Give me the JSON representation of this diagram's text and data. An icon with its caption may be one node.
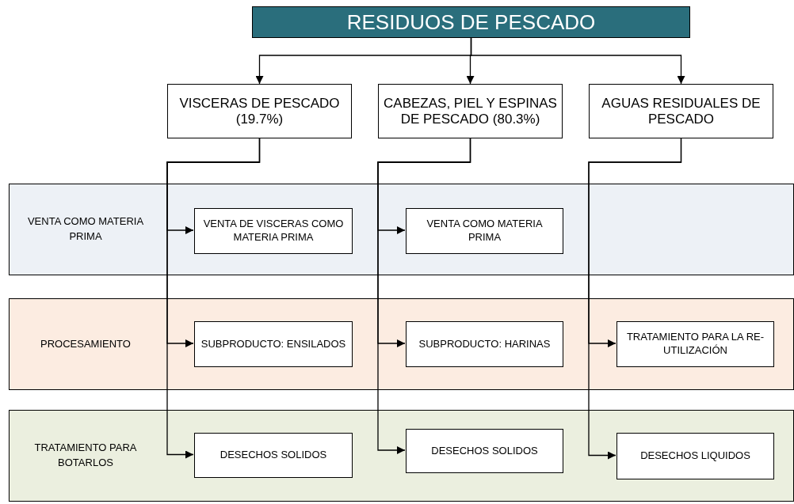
{
  "diagram": {
    "nodes": [
      {
        "text": [
          "RESIDUOS DE PESCADO"
        ]
      },
      {
        "text": [
          "VISCERAS DE PESCADO (19.7%)"
        ]
      },
      {
        "text": [
          "CABEZAS, PIEL Y ESPINAS DE PESCADO (80.3%)"
        ]
      },
      {
        "text": [
          "AGUAS RESIDUALES DE PESCADO"
        ]
      },
      {
        "text": [
          "VENTA COMO MATERIA PRIMA"
        ]
      },
      {
        "text": [
          "VENTA DE VISCERAS COMO MATERIA PRIMA"
        ],
        "in": 4
      },
      {
        "text": [
          "VENTA COMO MATERIA PRIMA"
        ],
        "in": 4
      },
      {
        "text": [
          "PROCESAMIENTO"
        ]
      },
      {
        "text": [
          "SUBPRODUCTO: ENSILADOS"
        ],
        "in": 7
      },
      {
        "text": [
          "SUBPRODUCTO: HARINAS"
        ],
        "in": 7
      },
      {
        "text": [
          "TRATAMIENTO PARA LA RE-UTILIZACIÓN"
        ],
        "in": 7
      },
      {
        "text": [
          "TRATAMIENTO PARA BOTARLOS"
        ]
      },
      {
        "text": [
          "DESECHOS SOLIDOS"
        ],
        "in": 11
      },
      {
        "text": [
          "DESECHOS SOLIDOS"
        ],
        "in": 11
      },
      {
        "text": [
          "DESECHOS LIQUIDOS"
        ],
        "in": 11
      }
    ],
    "edges": [
      {
        "from": 0,
        "to": 1,
        "arrow": "to"
      },
      {
        "from": 0,
        "to": 2,
        "arrow": "to"
      },
      {
        "from": 0,
        "to": 3,
        "arrow": "to"
      },
      {
        "from": 1,
        "to": 5,
        "arrow": "to"
      },
      {
        "from": 1,
        "to": 8,
        "arrow": "to"
      },
      {
        "from": 1,
        "to": 12,
        "arrow": "to"
      },
      {
        "from": 2,
        "to": 6,
        "arrow": "to"
      },
      {
        "from": 2,
        "to": 9,
        "arrow": "to"
      },
      {
        "from": 2,
        "to": 13,
        "arrow": "to"
      },
      {
        "from": 3,
        "to": 10,
        "arrow": "to"
      },
      {
        "from": 3,
        "to": 14,
        "arrow": "to"
      }
    ]
  }
}
